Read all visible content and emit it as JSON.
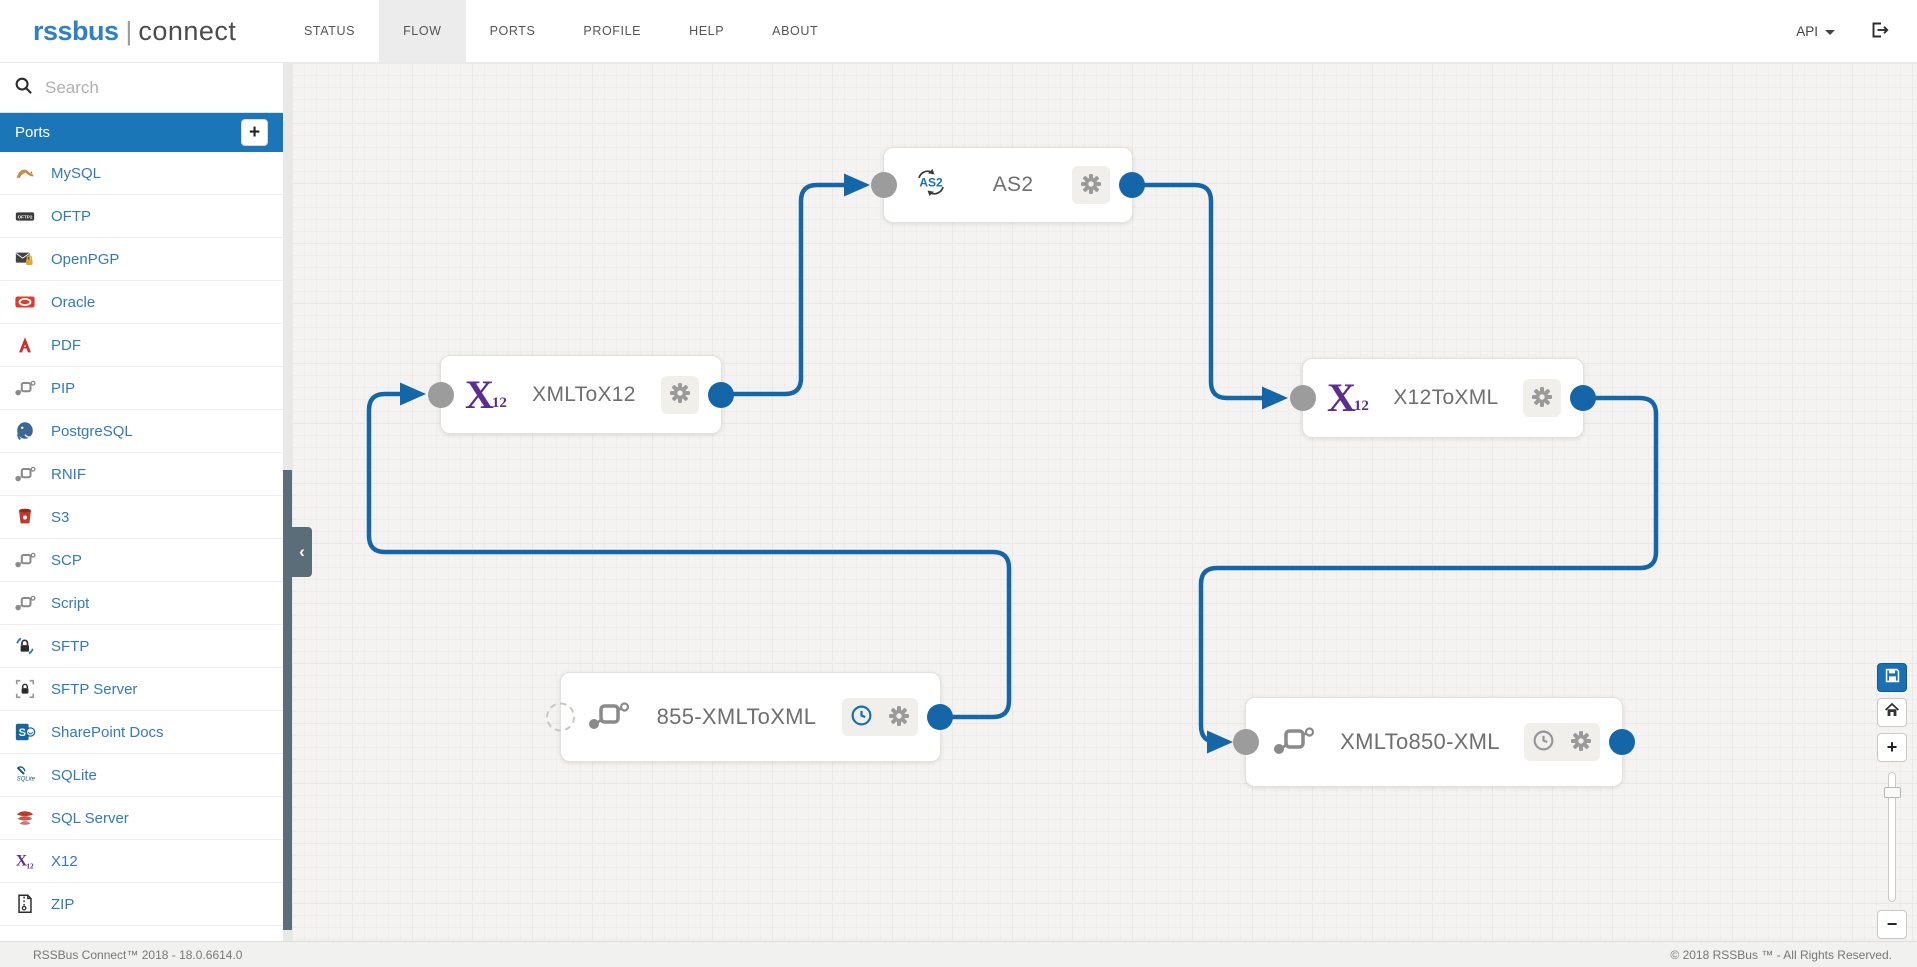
{
  "navbar": {
    "logo": {
      "primary": "rssbus",
      "separator": "|",
      "secondary": "connect"
    },
    "menu": [
      {
        "label": "STATUS",
        "active": false
      },
      {
        "label": "FLOW",
        "active": true
      },
      {
        "label": "PORTS",
        "active": false
      },
      {
        "label": "PROFILE",
        "active": false
      },
      {
        "label": "HELP",
        "active": false
      },
      {
        "label": "ABOUT",
        "active": false
      }
    ],
    "api_label": "API"
  },
  "sidebar": {
    "search": {
      "placeholder": "Search"
    },
    "header": {
      "title": "Ports",
      "add_button": "+"
    },
    "items": [
      {
        "label": "MySQL",
        "icon": "mysql-icon"
      },
      {
        "label": "OFTP",
        "icon": "oftp-icon"
      },
      {
        "label": "OpenPGP",
        "icon": "openpgp-icon"
      },
      {
        "label": "Oracle",
        "icon": "oracle-icon"
      },
      {
        "label": "PDF",
        "icon": "pdf-icon"
      },
      {
        "label": "PIP",
        "icon": "connector-icon"
      },
      {
        "label": "PostgreSQL",
        "icon": "postgresql-icon"
      },
      {
        "label": "RNIF",
        "icon": "connector-icon"
      },
      {
        "label": "S3",
        "icon": "s3-icon"
      },
      {
        "label": "SCP",
        "icon": "connector-icon"
      },
      {
        "label": "Script",
        "icon": "connector-icon"
      },
      {
        "label": "SFTP",
        "icon": "sftp-icon"
      },
      {
        "label": "SFTP Server",
        "icon": "sftp-server-icon"
      },
      {
        "label": "SharePoint Docs",
        "icon": "sharepoint-icon"
      },
      {
        "label": "SQLite",
        "icon": "sqlite-icon"
      },
      {
        "label": "SQL Server",
        "icon": "sqlserver-icon"
      },
      {
        "label": "X12",
        "icon": "x12-icon"
      },
      {
        "label": "ZIP",
        "icon": "zip-icon"
      }
    ]
  },
  "canvas": {
    "nodes": [
      {
        "id": "as2",
        "title": "AS2",
        "icon": "as2-cycle-icon",
        "buttons": [
          "settings"
        ],
        "in_port": "gray",
        "out_port": "blue"
      },
      {
        "id": "xmltox12",
        "title": "XMLToX12",
        "icon": "x12-icon",
        "buttons": [
          "settings"
        ],
        "in_port": "gray",
        "out_port": "blue"
      },
      {
        "id": "x12toxml",
        "title": "X12ToXML",
        "icon": "x12-icon",
        "buttons": [
          "settings"
        ],
        "in_port": "gray",
        "out_port": "blue"
      },
      {
        "id": "n855",
        "title": "855-XMLToXML",
        "icon": "connector-icon",
        "buttons": [
          "schedule",
          "settings"
        ],
        "in_port": "dashed",
        "out_port": "blue"
      },
      {
        "id": "xmlto850",
        "title": "XMLTo850-XML",
        "icon": "connector-icon",
        "buttons": [
          "schedule",
          "settings"
        ],
        "in_port": "gray",
        "out_port": "blue"
      }
    ],
    "connections": [
      {
        "from": "xmltox12",
        "to": "as2"
      },
      {
        "from": "as2",
        "to": "x12toxml"
      },
      {
        "from": "n855",
        "to": "xmltox12"
      },
      {
        "from": "x12toxml",
        "to": "xmlto850"
      }
    ]
  },
  "footer": {
    "left": "RSSBus Connect™ 2018 - 18.0.6614.0",
    "right": "© 2018 RSSBus ™ - All Rights Reserved."
  },
  "colors": {
    "accent_blue": "#1566a9",
    "ports_header_blue": "#1b76b7",
    "link_blue": "#337ab7",
    "x12_purple": "#5b2d90",
    "node_title_gray": "#6f6f6f",
    "collapse_slate": "#5b6d78"
  }
}
